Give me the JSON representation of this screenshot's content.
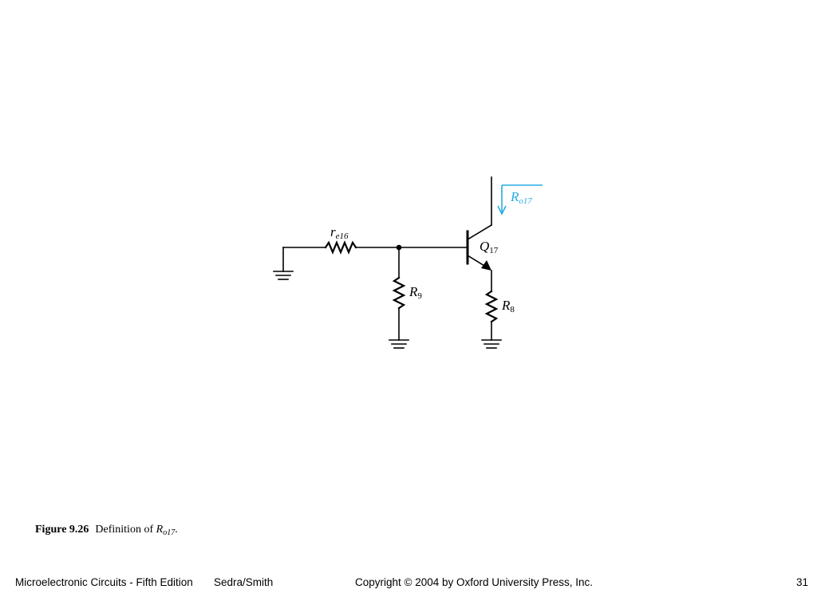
{
  "diagram": {
    "labels": {
      "re16": {
        "main": "r",
        "sub": "e16"
      },
      "r9": {
        "main": "R",
        "sub": "9"
      },
      "r8": {
        "main": "R",
        "sub": "8"
      },
      "q17": {
        "main": "Q",
        "sub": "17"
      },
      "ro17": {
        "main": "R",
        "sub": "o17"
      }
    },
    "colors": {
      "wire": "#000000",
      "annotation": "#29abe2"
    }
  },
  "caption": {
    "figure_number": "Figure 9.26",
    "text": "Definition of ",
    "symbol": "R",
    "symbol_sub": "o17",
    "end": "."
  },
  "footer": {
    "book": "Microelectronic Circuits - Fifth Edition",
    "authors": "Sedra/Smith",
    "copyright": "Copyright © 2004 by Oxford University Press, Inc.",
    "page": "31"
  }
}
